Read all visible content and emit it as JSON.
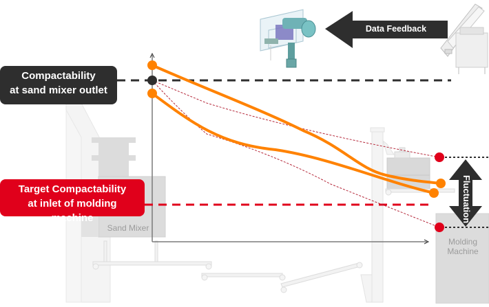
{
  "diagram": {
    "labels": {
      "mixer_outlet": [
        "Compactability",
        "at sand mixer outlet"
      ],
      "target_inlet": [
        "Target Compactability",
        "at inlet of molding machine"
      ],
      "data_feedback": "Data Feedback",
      "fluctuation": "Fluctuation"
    },
    "machines": {
      "sand_mixer": "Sand Mixer",
      "molding_machine": [
        "Molding",
        "Machine"
      ]
    },
    "colors": {
      "orange": "#ff8200",
      "red": "#e0001b",
      "dark": "#2e2e2e",
      "machine_gray": "#d9d9d9",
      "machine_outline": "#e6e6e6"
    }
  }
}
